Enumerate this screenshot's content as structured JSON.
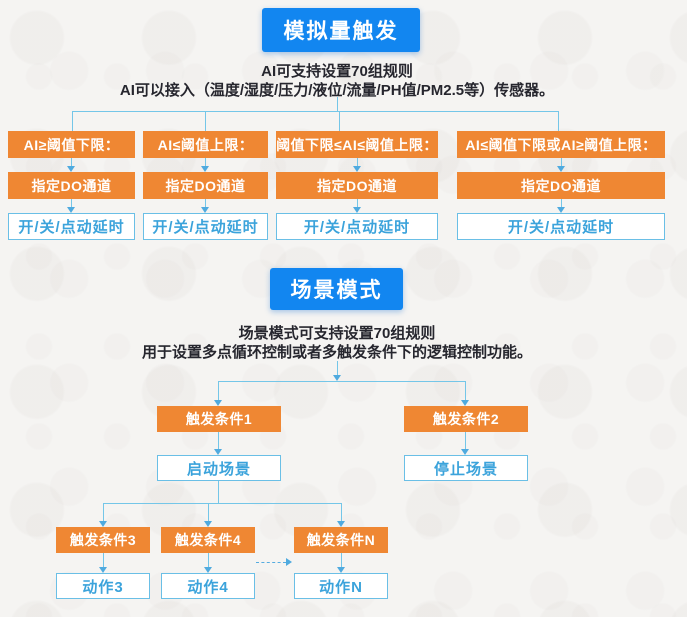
{
  "palette": {
    "accent_blue": "#1286f0",
    "node_orange": "#ef8733",
    "connector_blue": "#74c6e8",
    "box_border_blue": "#6abfe6",
    "box_text_blue": "#3ba3db",
    "text_dark": "#26262e",
    "background": "#f5f4f2"
  },
  "analog": {
    "title": "模拟量触发",
    "desc_line1": "AI可支持设置70组规则",
    "desc_line2": "AI可以接入（温度/湿度/压力/液位/流量/PH值/PM2.5等）传感器。",
    "columns": [
      {
        "condition": "AI≥阈值下限：",
        "channel": "指定DO通道",
        "output": "开/关/点动延时"
      },
      {
        "condition": "AI≤阈值上限：",
        "channel": "指定DO通道",
        "output": "开/关/点动延时"
      },
      {
        "condition": "阈值下限≤AI≤阈值上限：",
        "channel": "指定DO通道",
        "output": "开/关/点动延时"
      },
      {
        "condition": "AI≤阈值下限或AI≥阈值上限：",
        "channel": "指定DO通道",
        "output": "开/关/点动延时"
      }
    ]
  },
  "scene": {
    "title": "场景模式",
    "desc_line1": "场景模式可支持设置70组规则",
    "desc_line2": "用于设置多点循环控制或者多触发条件下的逻辑控制功能。",
    "level1": [
      {
        "trigger": "触发条件1",
        "action": "启动场景"
      },
      {
        "trigger": "触发条件2",
        "action": "停止场景"
      }
    ],
    "level2": [
      {
        "trigger": "触发条件3",
        "action": "动作3"
      },
      {
        "trigger": "触发条件4",
        "action": "动作4"
      },
      {
        "trigger": "触发条件N",
        "action": "动作N"
      }
    ]
  }
}
